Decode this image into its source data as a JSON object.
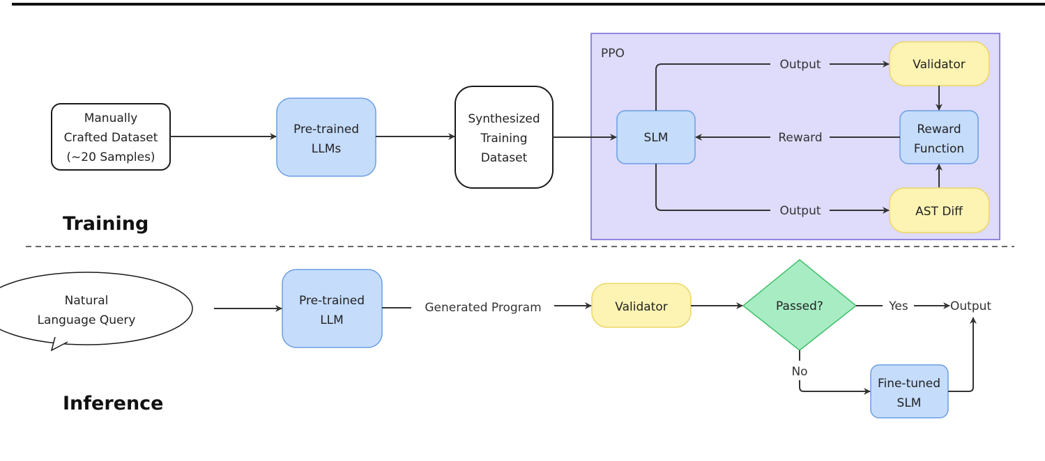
{
  "colors": {
    "blue_fill": "#c5dcfb",
    "blue_stroke": "#6a9ee3",
    "yellow_fill": "#fdf3b3",
    "yellow_stroke": "#ecd766",
    "green_fill": "#a8ecc4",
    "green_stroke": "#3fbf6a",
    "ppo_fill": "#dedbfb",
    "ppo_stroke": "#8f86dd",
    "white_fill": "#ffffff",
    "black_stroke": "#1a1a1a"
  },
  "training": {
    "section_label": "Training",
    "ppo_label": "PPO",
    "nodes": {
      "manual_dataset": [
        "Manually",
        "Crafted Dataset",
        "(~20 Samples)"
      ],
      "pretrained_llms": [
        "Pre-trained",
        "LLMs"
      ],
      "synth_dataset": [
        "Synthesized",
        "Training",
        "Dataset"
      ],
      "slm": [
        "SLM"
      ],
      "validator": [
        "Validator"
      ],
      "reward_function": [
        "Reward",
        "Function"
      ],
      "ast_diff": [
        "AST Diff"
      ]
    },
    "edges": {
      "output_top": "Output",
      "reward": "Reward",
      "output_bottom": "Output"
    }
  },
  "inference": {
    "section_label": "Inference",
    "nodes": {
      "query": [
        "Natural",
        "Language Query"
      ],
      "pretrained_llm": [
        "Pre-trained",
        "LLM"
      ],
      "validator": [
        "Validator"
      ],
      "passed": [
        "Passed?"
      ],
      "finetuned_slm": [
        "Fine-tuned",
        "SLM"
      ]
    },
    "edges": {
      "generated_program": "Generated Program",
      "yes": "Yes",
      "no": "No",
      "output": "Output"
    }
  }
}
